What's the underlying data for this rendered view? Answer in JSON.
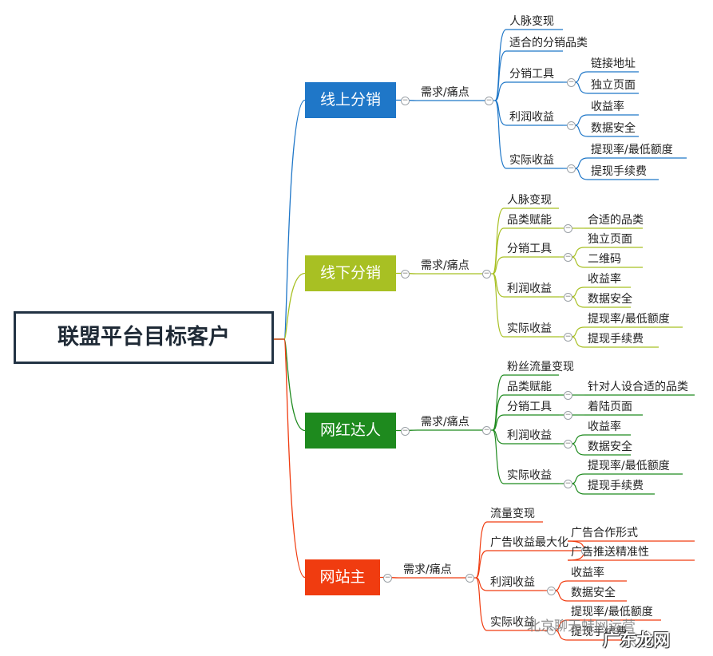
{
  "root": {
    "label": "联盟平台目标客户"
  },
  "branches": [
    {
      "label": "线上分销",
      "color": "#1f77c8",
      "need": "需求/痛点",
      "children": [
        {
          "label": "人脉变现",
          "children": []
        },
        {
          "label": "适合的分销品类",
          "children": []
        },
        {
          "label": "分销工具",
          "children": [
            "链接地址",
            "独立页面"
          ]
        },
        {
          "label": "利润收益",
          "children": [
            "收益率",
            "数据安全"
          ]
        },
        {
          "label": "实际收益",
          "children": [
            "提现率/最低额度",
            "提现手续费"
          ]
        }
      ]
    },
    {
      "label": "线下分销",
      "color": "#a8c023",
      "need": "需求/痛点",
      "children": [
        {
          "label": "人脉变现",
          "children": []
        },
        {
          "label": "品类赋能",
          "children": [
            "合适的品类"
          ]
        },
        {
          "label": "分销工具",
          "children": [
            "独立页面",
            "二维码"
          ]
        },
        {
          "label": "利润收益",
          "children": [
            "收益率",
            "数据安全"
          ]
        },
        {
          "label": "实际收益",
          "children": [
            "提现率/最低额度",
            "提现手续费"
          ]
        }
      ]
    },
    {
      "label": "网红达人",
      "color": "#1e8a1e",
      "need": "需求/痛点",
      "children": [
        {
          "label": "粉丝流量变现",
          "children": []
        },
        {
          "label": "品类赋能",
          "children": [
            "针对人设合适的品类"
          ]
        },
        {
          "label": "分销工具",
          "children": [
            "着陆页面"
          ]
        },
        {
          "label": "利润收益",
          "children": [
            "收益率",
            "数据安全"
          ]
        },
        {
          "label": "实际收益",
          "children": [
            "提现率/最低额度",
            "提现手续费"
          ]
        }
      ]
    },
    {
      "label": "网站主",
      "color": "#f03c10",
      "need": "需求/痛点",
      "children": [
        {
          "label": "流量变现",
          "children": []
        },
        {
          "label": "广告收益最大化",
          "children": [
            "广告合作形式",
            "广告推送精准性"
          ]
        },
        {
          "label": "利润收益",
          "children": [
            "收益率",
            "数据安全"
          ]
        },
        {
          "label": "实际收益",
          "children": [
            "提现率/最低额度",
            "提现手续费"
          ]
        }
      ]
    }
  ],
  "watermark": {
    "text1": "北京聊天蛙网运营",
    "text2": "广东龙网"
  }
}
